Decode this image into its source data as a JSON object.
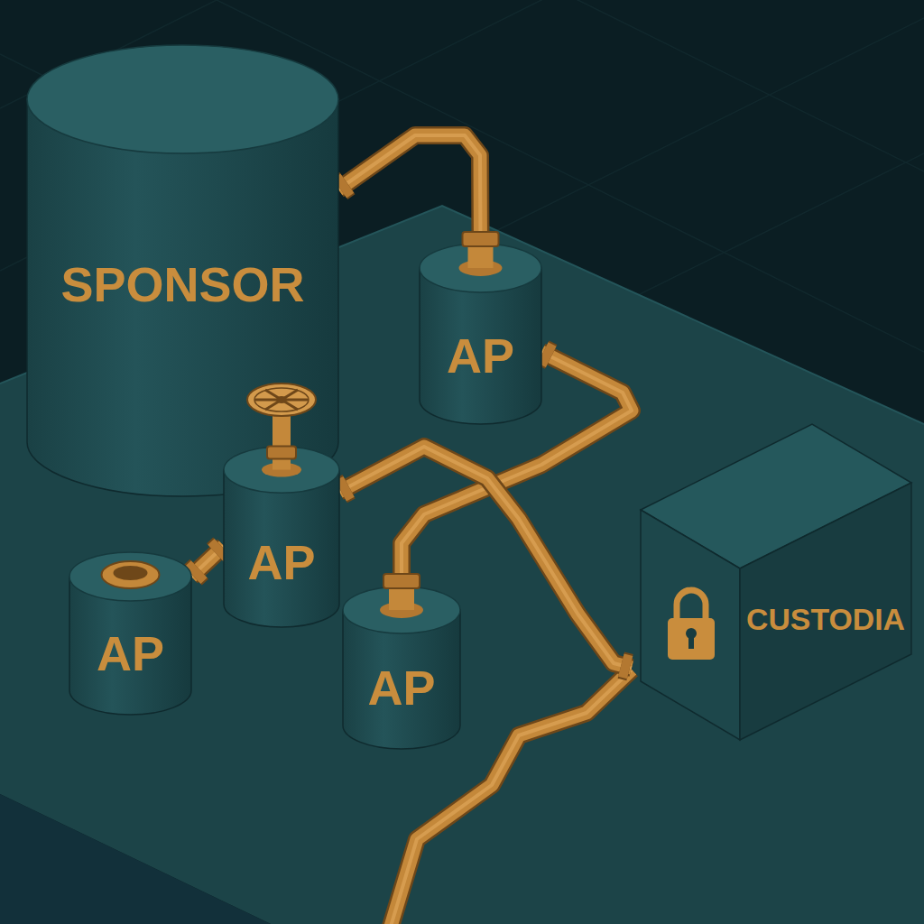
{
  "diagram": {
    "nodes": [
      {
        "text": [
          "SPONSOR"
        ]
      },
      {
        "text": [
          "AP"
        ]
      },
      {
        "text": [
          "AP"
        ]
      },
      {
        "text": [
          "AP"
        ]
      },
      {
        "text": [
          "AP"
        ]
      },
      {
        "text": [
          "CUSTODIA"
        ]
      }
    ],
    "edges": [
      {
        "from": 0,
        "to": 1,
        "arrow": "none"
      },
      {
        "from": 1,
        "to": 4,
        "arrow": "none"
      },
      {
        "from": 3,
        "to": 2,
        "arrow": "none"
      },
      {
        "from": 2,
        "to": 5,
        "arrow": "none"
      }
    ]
  }
}
